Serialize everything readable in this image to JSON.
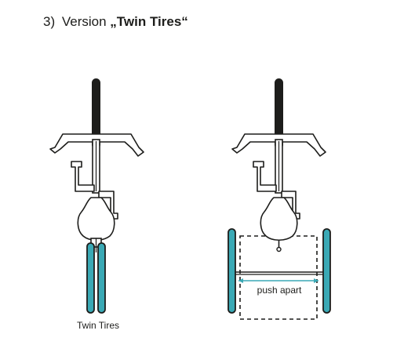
{
  "heading": {
    "number": "3)",
    "prefix": "Version",
    "name": "„Twin Tires“"
  },
  "left_bike": {
    "caption": "Twin Tires"
  },
  "right_bike": {
    "annotation": "push apart"
  },
  "colors": {
    "tire": "#3aa9b5",
    "outline": "#1d1d1b",
    "fill": "#ffffff"
  }
}
